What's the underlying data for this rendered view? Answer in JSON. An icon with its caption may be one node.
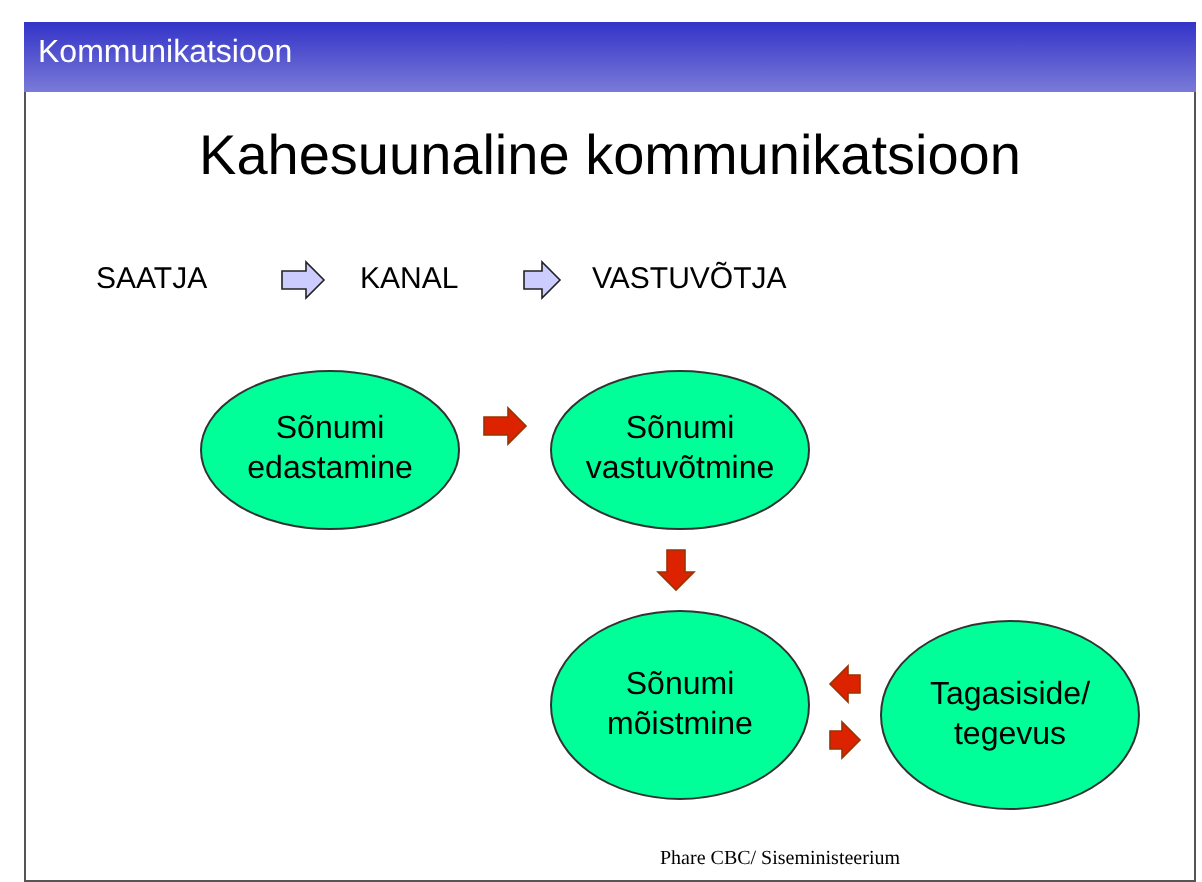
{
  "diagram": {
    "title": "Kahesuunaline kommunikatsioon",
    "nodes": [
      {
        "text": [
          "SAATJA"
        ]
      },
      {
        "text": [
          "KANAL"
        ]
      },
      {
        "text": [
          "VASTUVÕTJA"
        ]
      },
      {
        "text": [
          "Sõnumi edastamine"
        ]
      },
      {
        "text": [
          "Sõnumi vastuvõtmine"
        ]
      },
      {
        "text": [
          "Sõnumi mõistmine"
        ]
      },
      {
        "text": [
          "Tagasiside/ tegevus"
        ]
      }
    ],
    "edges": [
      {
        "from": 0,
        "to": 1,
        "arrow": "to",
        "color": "#ccccff"
      },
      {
        "from": 1,
        "to": 2,
        "arrow": "to",
        "color": "#ccccff"
      },
      {
        "from": 3,
        "to": 4,
        "arrow": "to"
      },
      {
        "from": 4,
        "to": 5,
        "arrow": "to"
      },
      {
        "from": 6,
        "to": 5,
        "arrow": "to"
      },
      {
        "from": 5,
        "to": 6,
        "arrow": "to"
      }
    ],
    "labels": [
      "Kommunikatsioon",
      "Phare CBC/ Siseministeerium"
    ]
  }
}
